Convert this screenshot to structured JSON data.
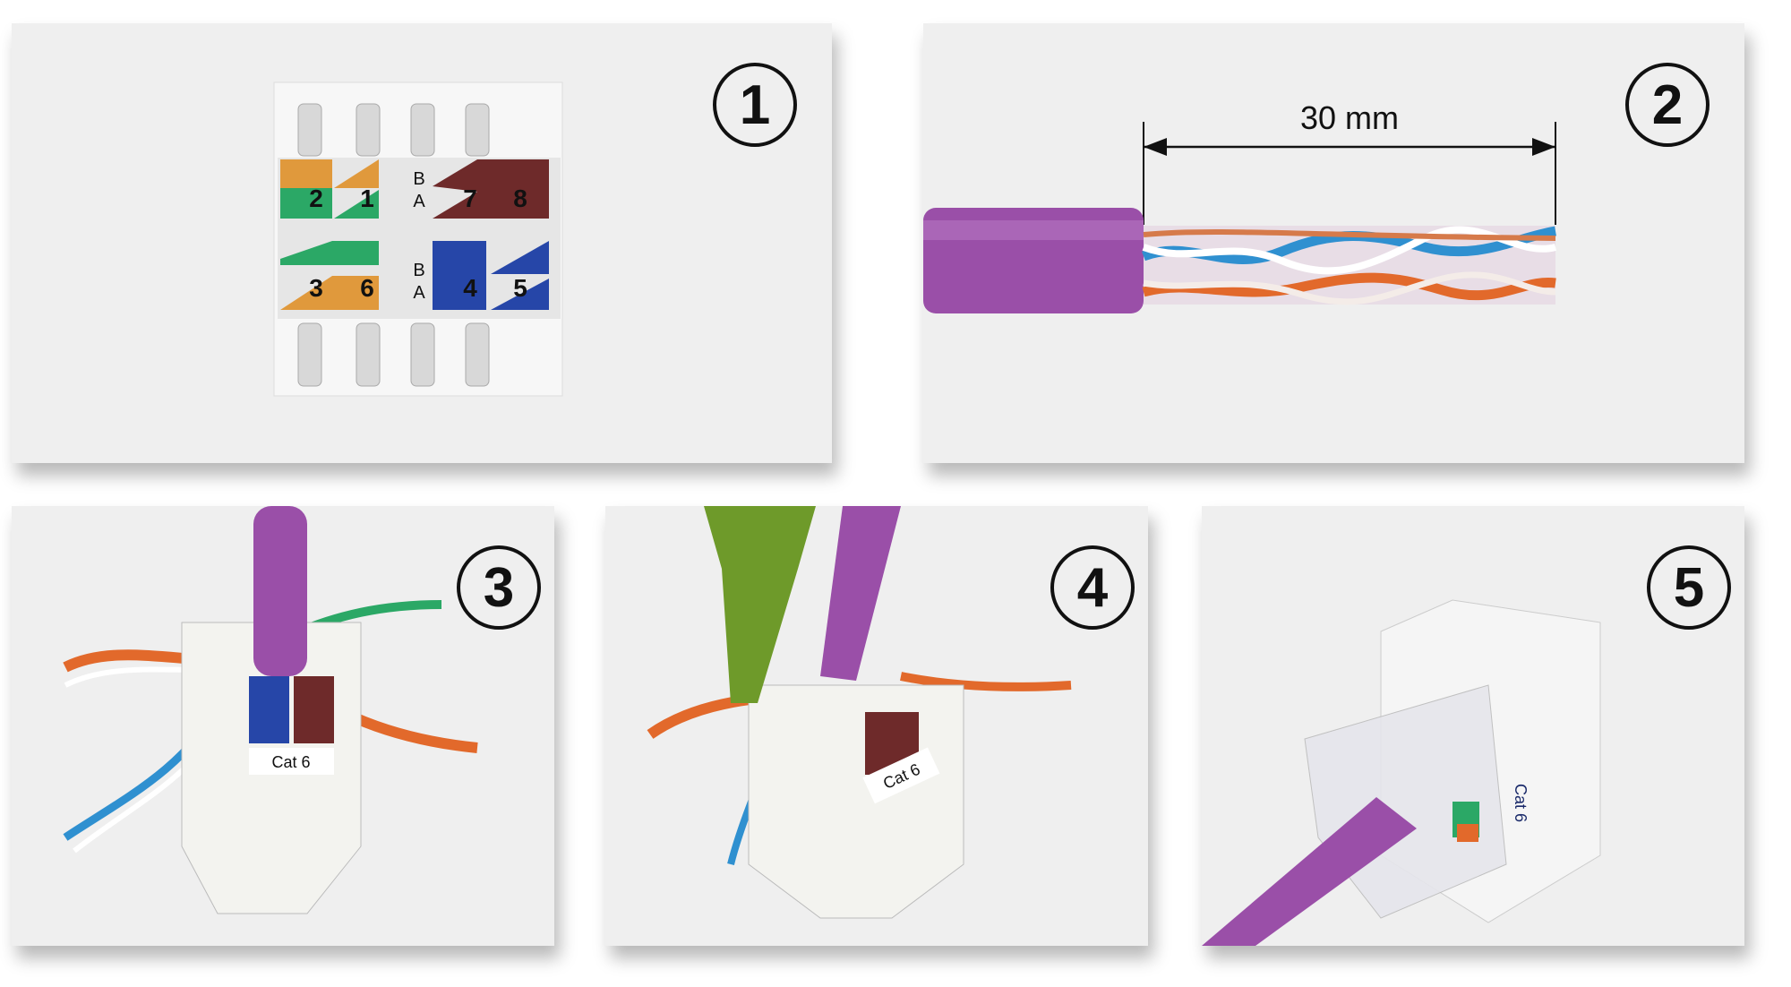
{
  "steps": [
    {
      "number": "1"
    },
    {
      "number": "2",
      "measurement": "30 mm"
    },
    {
      "number": "3",
      "jack_label": "Cat 6"
    },
    {
      "number": "4",
      "jack_label": "Cat 6"
    },
    {
      "number": "5",
      "jack_label": "Cat 6"
    }
  ],
  "wiring_block": {
    "top_row": [
      "2",
      "1",
      "7",
      "8"
    ],
    "bottom_row": [
      "3",
      "6",
      "4",
      "5"
    ],
    "top_letters": [
      "B",
      "A"
    ],
    "bottom_letters": [
      "B",
      "A"
    ]
  },
  "colors": {
    "cable": "#9a4fa8",
    "orange": "#e0993c",
    "green": "#2ba866",
    "brown": "#6e2a2a",
    "blue": "#2646a8"
  }
}
